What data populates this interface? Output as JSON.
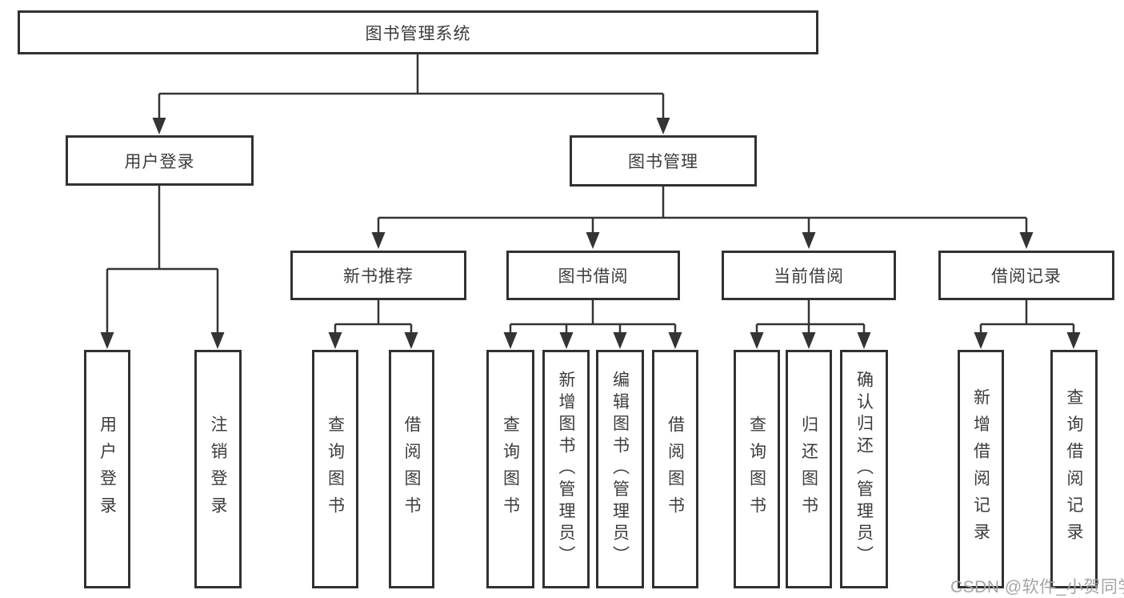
{
  "nodes": {
    "root": "图书管理系统",
    "l2": [
      "用户登录",
      "图书管理"
    ],
    "l3": [
      "新书推荐",
      "图书借阅",
      "当前借阅",
      "借阅记录"
    ],
    "l4": [
      "用户登录",
      "注销登录",
      "查询图书",
      "借阅图书",
      "查询图书",
      "新增图书（管理员）",
      "编辑图书（管理员）",
      "借阅图书",
      "查询图书",
      "归还图书",
      "确认归还（管理员）",
      "新增借阅记录",
      "查询借阅记录"
    ]
  },
  "watermark": "CSDN @软件_小贺同学",
  "colors": {
    "line": "#343434",
    "box_border": "#313131",
    "text": "#3c3c3c",
    "watermark": "#a5a5a5",
    "background": "#ffffff"
  }
}
